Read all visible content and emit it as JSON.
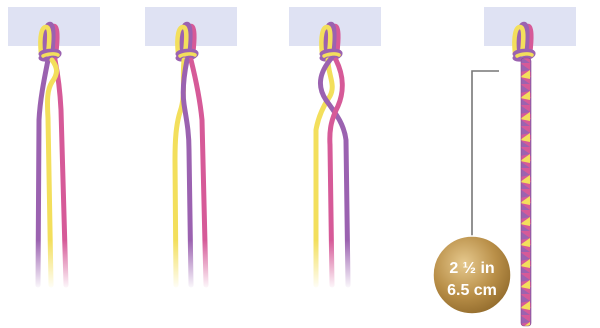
{
  "steps": [
    {
      "id": "step-1"
    },
    {
      "id": "step-2"
    },
    {
      "id": "step-3"
    },
    {
      "id": "step-4-finished-braid"
    }
  ],
  "measurement": {
    "imperial": "2 ½ in",
    "metric": "6.5 cm"
  },
  "colors": {
    "tape": "#dfe2f3",
    "purple": "#9b62b0",
    "yellow": "#f3df5c",
    "pink": "#d65a98",
    "badge": "#b08844",
    "bracket": "#777777"
  }
}
